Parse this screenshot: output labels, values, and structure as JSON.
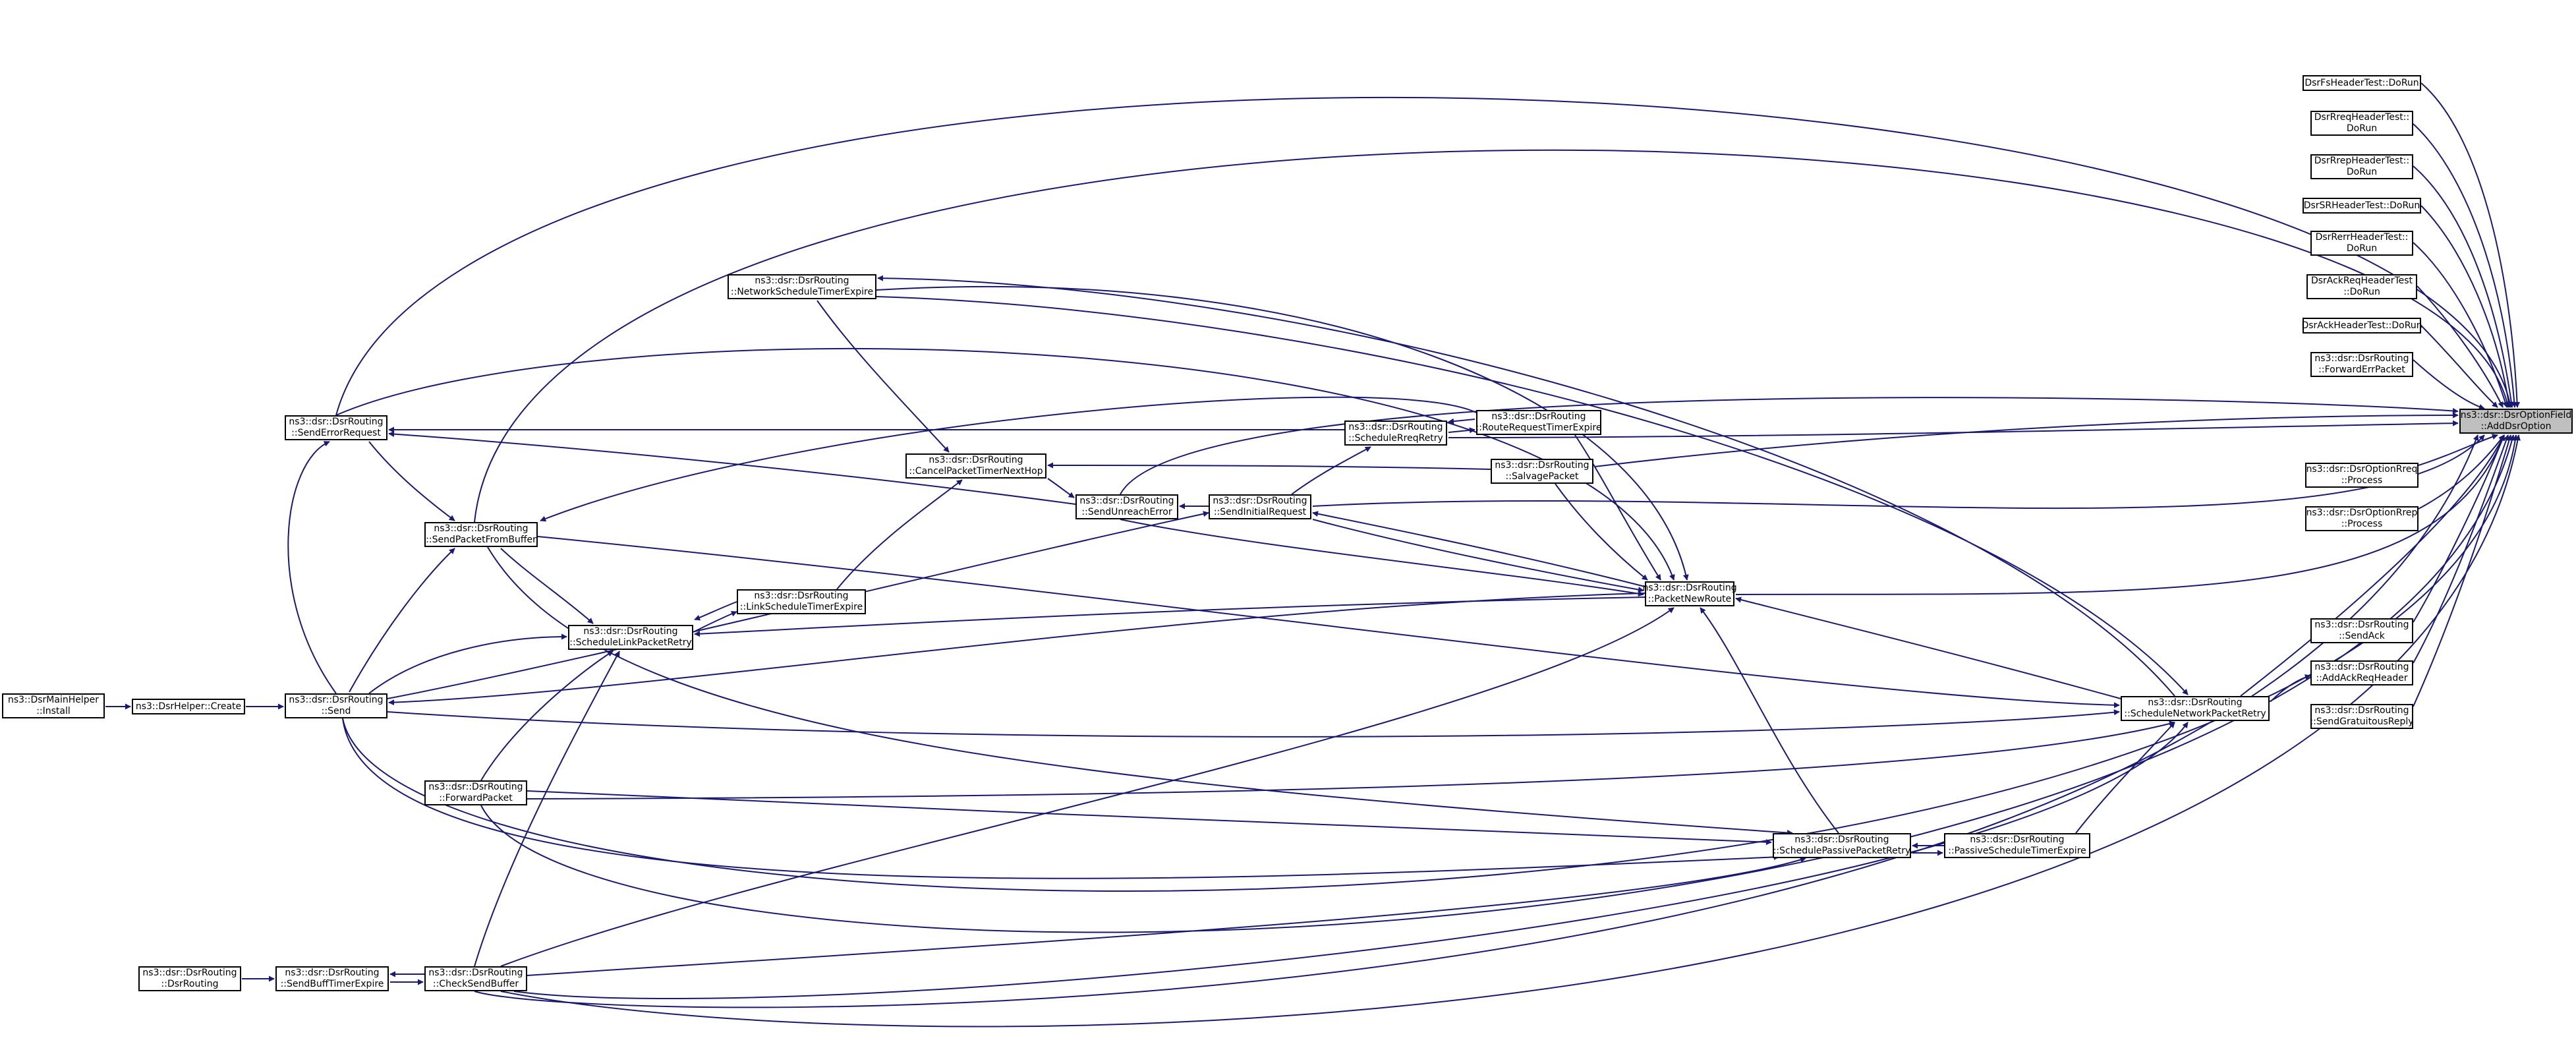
{
  "diagram": {
    "colors": {
      "edge": "#191970",
      "node_border": "#000000",
      "node_fill": "#ffffff",
      "focus_fill": "#bfbfbf"
    },
    "nodes": {
      "mainhelper_install": {
        "lines": [
          "ns3::DsrMainHelper",
          "::Install"
        ]
      },
      "helper_create": {
        "lines": [
          "ns3::DsrHelper::Create"
        ]
      },
      "send": {
        "lines": [
          "ns3::dsr::DsrRouting",
          "::Send"
        ]
      },
      "dsrrouting_ctor": {
        "lines": [
          "ns3::dsr::DsrRouting",
          "::DsrRouting"
        ]
      },
      "sendbufftimerexpire": {
        "lines": [
          "ns3::dsr::DsrRouting",
          "::SendBuffTimerExpire"
        ]
      },
      "checksendbuffer": {
        "lines": [
          "ns3::dsr::DsrRouting",
          "::CheckSendBuffer"
        ]
      },
      "forwardpacket": {
        "lines": [
          "ns3::dsr::DsrRouting",
          "::ForwardPacket"
        ]
      },
      "senderrorrequest": {
        "lines": [
          "ns3::dsr::DsrRouting",
          "::SendErrorRequest"
        ]
      },
      "sendpacketfrombuffer": {
        "lines": [
          "ns3::dsr::DsrRouting",
          "::SendPacketFromBuffer"
        ]
      },
      "schedulelinkpacketretry": {
        "lines": [
          "ns3::dsr::DsrRouting",
          "::ScheduleLinkPacketRetry"
        ]
      },
      "linkscheduletimerexpire": {
        "lines": [
          "ns3::dsr::DsrRouting",
          "::LinkScheduleTimerExpire"
        ]
      },
      "networkscheduletimerexpire": {
        "lines": [
          "ns3::dsr::DsrRouting",
          "::NetworkScheduleTimerExpire"
        ]
      },
      "cancelpackettimernexthop": {
        "lines": [
          "ns3::dsr::DsrRouting",
          "::CancelPacketTimerNextHop"
        ]
      },
      "sendunreacherror": {
        "lines": [
          "ns3::dsr::DsrRouting",
          "::SendUnreachError"
        ]
      },
      "sendinitialrequest": {
        "lines": [
          "ns3::dsr::DsrRouting",
          "::SendInitialRequest"
        ]
      },
      "schedulerreqretry": {
        "lines": [
          "ns3::dsr::DsrRouting",
          "::ScheduleRreqRetry"
        ]
      },
      "routerequesttimerexpire": {
        "lines": [
          "ns3::dsr::DsrRouting",
          "::RouteRequestTimerExpire"
        ]
      },
      "salvagepacket": {
        "lines": [
          "ns3::dsr::DsrRouting",
          "::SalvagePacket"
        ]
      },
      "packetnewroute": {
        "lines": [
          "ns3::dsr::DsrRouting",
          "::PacketNewRoute"
        ]
      },
      "schedulepassivepacketretry": {
        "lines": [
          "ns3::dsr::DsrRouting",
          "::SchedulePassivePacketRetry"
        ]
      },
      "passivescheduletimerexpire": {
        "lines": [
          "ns3::dsr::DsrRouting",
          "::PassiveScheduleTimerExpire"
        ]
      },
      "schedulenetworkpacketretry": {
        "lines": [
          "ns3::dsr::DsrRouting",
          "::ScheduleNetworkPacketRetry"
        ]
      },
      "addackreqheader": {
        "lines": [
          "ns3::dsr::DsrRouting",
          "::AddAckReqHeader"
        ]
      },
      "sendack": {
        "lines": [
          "ns3::dsr::DsrRouting",
          "::SendAck"
        ]
      },
      "sendgratuitousreply": {
        "lines": [
          "ns3::dsr::DsrRouting",
          "::SendGratuitousReply"
        ]
      },
      "forwarderrpacket": {
        "lines": [
          "ns3::dsr::DsrRouting",
          "::ForwardErrPacket"
        ]
      },
      "dsroptionrreq_process": {
        "lines": [
          "ns3::dsr::DsrOptionRreq",
          "::Process"
        ]
      },
      "dsroptionrrep_process": {
        "lines": [
          "ns3::dsr::DsrOptionRrep",
          "::Process"
        ]
      },
      "fsheadertest": {
        "lines": [
          "DsrFsHeaderTest::DoRun"
        ]
      },
      "rreqheadertest": {
        "lines": [
          "DsrRreqHeaderTest::",
          "DoRun"
        ]
      },
      "rrepheadertest": {
        "lines": [
          "DsrRrepHeaderTest::",
          "DoRun"
        ]
      },
      "srheadertest": {
        "lines": [
          "DsrSRHeaderTest::DoRun"
        ]
      },
      "rerrheadertest": {
        "lines": [
          "DsrRerrHeaderTest::",
          "DoRun"
        ]
      },
      "ackreqheadertest": {
        "lines": [
          "DsrAckReqHeaderTest",
          "::DoRun"
        ]
      },
      "ackheadertest": {
        "lines": [
          "DsrAckHeaderTest::DoRun"
        ]
      },
      "addoption": {
        "lines": [
          "ns3::dsr::DsrOptionField",
          "::AddDsrOption"
        ]
      }
    }
  }
}
